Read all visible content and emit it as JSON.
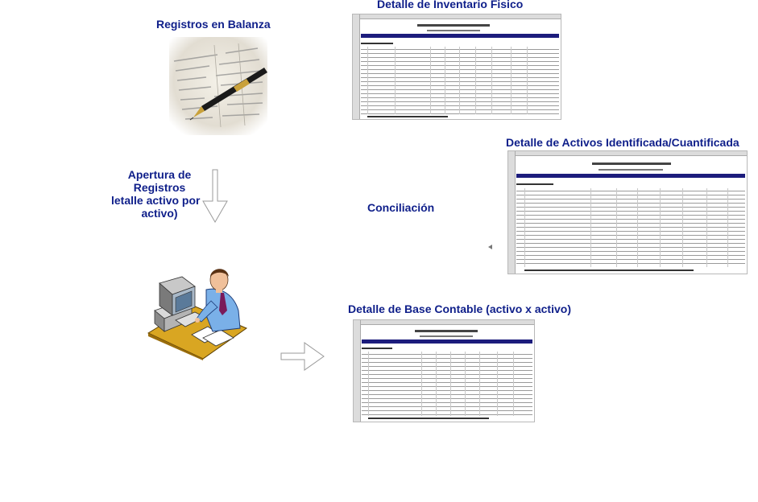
{
  "labels": {
    "registros_balanza": "Registros en Balanza",
    "detalle_inventario": "Detalle de Inventario Fisico",
    "detalle_activos": "Detalle de Activos Identificada/Cuantificada",
    "apertura_line1": "Apertura de",
    "apertura_line2": "Registros",
    "apertura_line3": "letalle activo por",
    "apertura_line4": "activo)",
    "conciliacion": "Conciliación",
    "detalle_base_contable": "Detalle de Base Contable (activo x activo)"
  },
  "colors": {
    "label_text": "#0f1f8a",
    "arrow_stroke": "#9a9a9a",
    "sheet_header_band": "#1c1c7c"
  },
  "icons": {
    "balance_photo": "pen-on-financial-papers",
    "worker": "man-at-computer-clipart"
  }
}
